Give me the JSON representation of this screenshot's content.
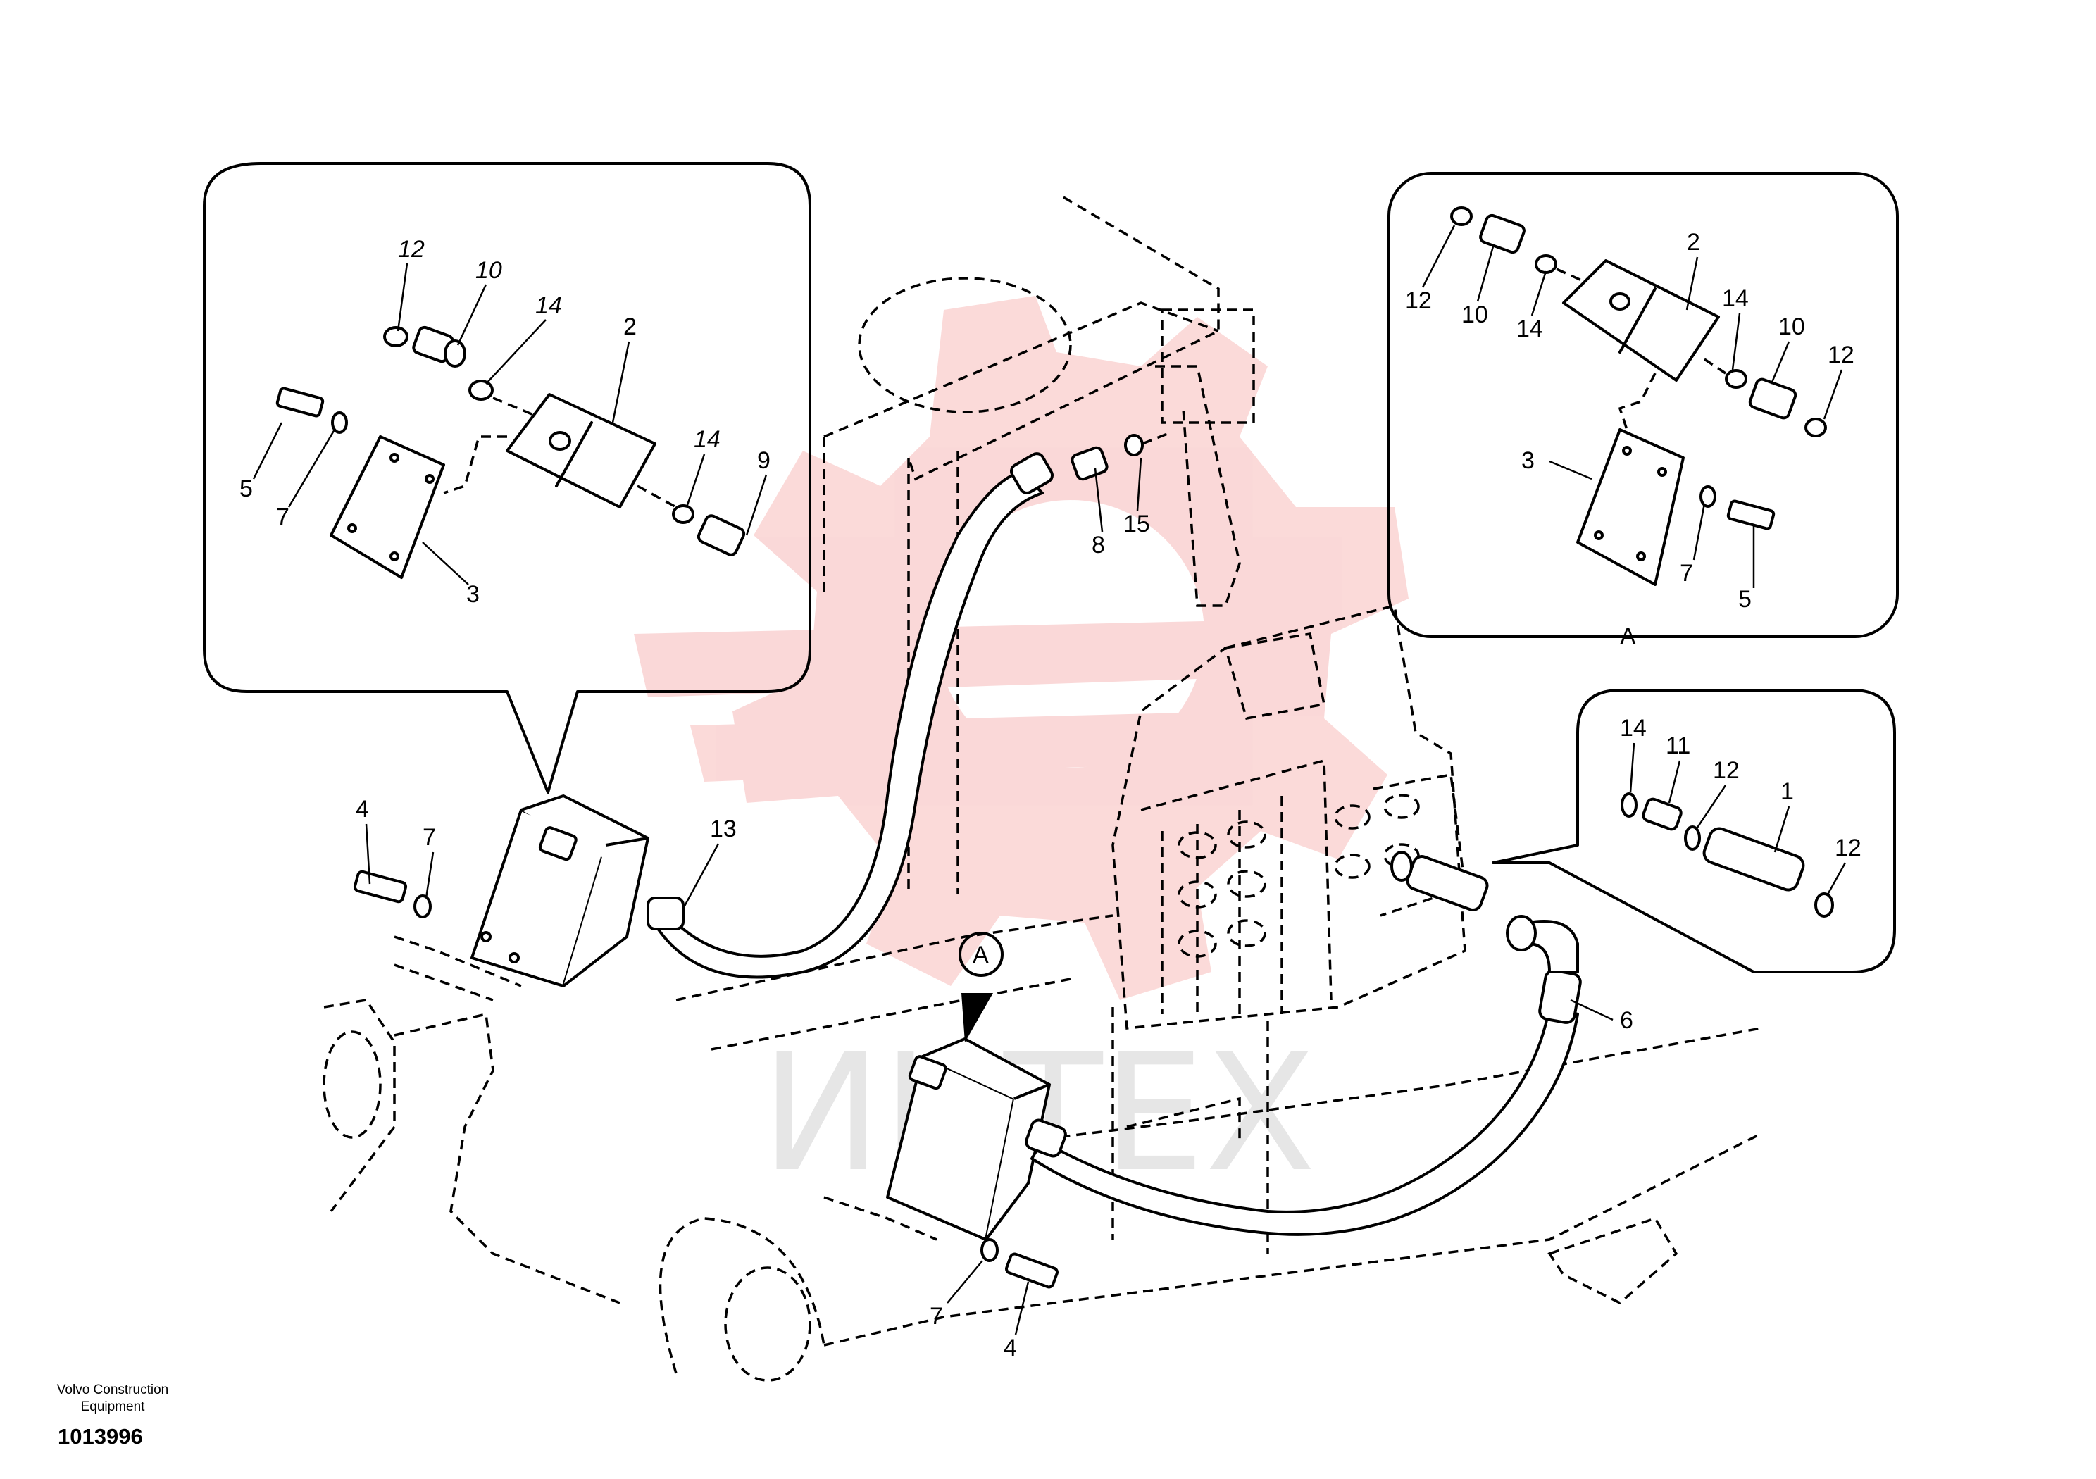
{
  "footer": {
    "manufacturer_line1": "Volvo Construction",
    "manufacturer_line2": "Equipment",
    "figure_number": "1013996"
  },
  "watermark": {
    "text": "ИНТЕХ",
    "logo_color": "#e8302f"
  },
  "view_marker": {
    "section_letter": "A",
    "detail_caption": "A"
  },
  "callouts": {
    "detail_left": [
      "12",
      "10",
      "14",
      "2",
      "14",
      "9",
      "5",
      "7",
      "3"
    ],
    "detail_right": [
      "12",
      "10",
      "14",
      "2",
      "14",
      "10",
      "12",
      "3",
      "7",
      "5"
    ],
    "detail_fitting": [
      "14",
      "11",
      "12",
      "1",
      "12"
    ],
    "main": [
      "8",
      "15",
      "13",
      "4",
      "7",
      "6",
      "7",
      "4"
    ]
  }
}
